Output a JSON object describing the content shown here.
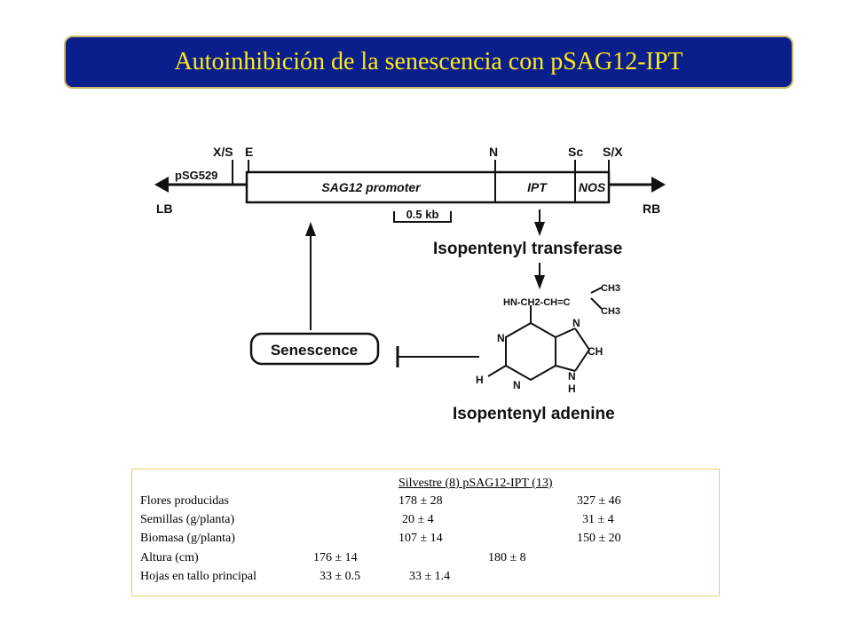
{
  "title": "Autoinhibición de la senescencia con pSAG12-IPT",
  "diagram": {
    "sites": {
      "xs": "X/S",
      "e": "E",
      "n": "N",
      "sc": "Sc",
      "sx": "S/X"
    },
    "plasmid": "pSG529",
    "lb": "LB",
    "rb": "RB",
    "promoter": "SAG12 promoter",
    "ipt": "IPT",
    "nos": "NOS",
    "scale": "0.5 kb",
    "enzyme": "Isopentenyl transferase",
    "senescence": "Senescence",
    "product": "Isopentenyl adenine",
    "chem": {
      "side_chain": "HN-CH2-CH=C",
      "ch3_top": "CH3",
      "ch3_bottom": "CH3",
      "n1": "N",
      "n3": "N",
      "n7": "N",
      "n9": "N",
      "ch8": "CH",
      "h2": "H",
      "h9": "H"
    }
  },
  "table": {
    "header": "Silvestre (8) pSAG12-IPT (13)",
    "rows": [
      {
        "label": "Flores producidas",
        "wild": "178 ± 28",
        "transgenic": "327 ± 46"
      },
      {
        "label": "Semillas (g/planta)",
        "wild": "20 ± 4",
        "transgenic": "31 ± 4"
      },
      {
        "label": "Biomasa (g/planta)",
        "wild": "107 ± 14",
        "transgenic": "150 ± 20"
      },
      {
        "label": "Altura (cm)",
        "wild": "176 ± 14",
        "transgenic": "180 ± 8"
      },
      {
        "label": "Hojas en tallo principal",
        "wild": "33 ± 0.5",
        "transgenic": "33 ± 1.4"
      }
    ]
  },
  "colors": {
    "title_bg": "#0b1f8c",
    "title_text": "#ffe81a",
    "table_border": "#e8d36a"
  }
}
